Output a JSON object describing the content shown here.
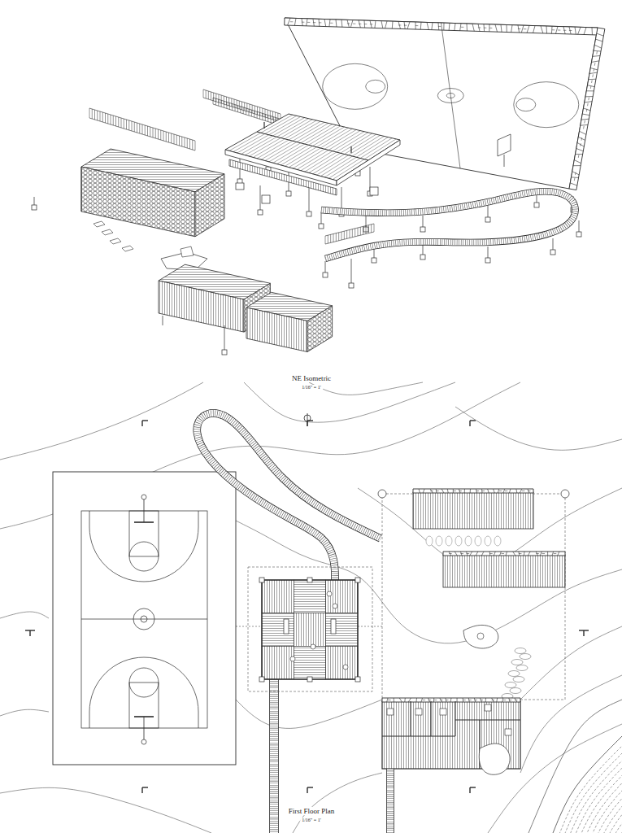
{
  "diagram": {
    "labels": [
      "NE Isometric",
      "1/16\" = 1'",
      "First Floor Plan",
      "1/16\" = 1'"
    ]
  }
}
